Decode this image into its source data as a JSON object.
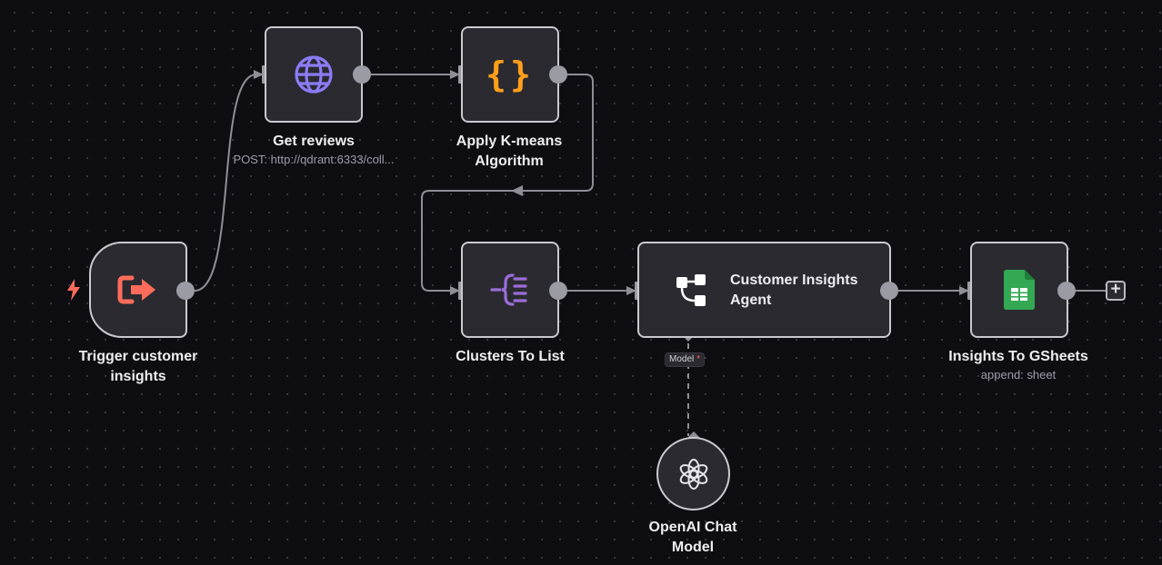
{
  "canvas": {
    "background": "#0e0d12",
    "dot_color": "#3a3942"
  },
  "nodes": {
    "trigger": {
      "label": "Trigger customer insights",
      "icon": "sign-out-arrow-icon",
      "color": "#ff6d5a"
    },
    "get_reviews": {
      "label": "Get reviews",
      "subtitle": "POST: http://qdrant:6333/coll...",
      "icon": "globe-icon",
      "color": "#8b7cf6"
    },
    "kmeans": {
      "label": "Apply K-means Algorithm",
      "icon": "curly-braces-icon",
      "color": "#ff9f1a"
    },
    "clusters": {
      "label": "Clusters To List",
      "icon": "split-out-icon",
      "color": "#9b6dd8"
    },
    "agent": {
      "line1": "Customer Insights",
      "line2": "Agent",
      "icon": "agent-tree-icon"
    },
    "gsheets": {
      "label": "Insights To GSheets",
      "subtitle": "append: sheet",
      "icon": "google-sheets-icon",
      "color": "#34a853"
    },
    "openai": {
      "label": "OpenAI Chat Model",
      "icon": "openai-logo-icon"
    }
  },
  "connections": {
    "model_badge": "Model",
    "required_mark": "*",
    "add_symbol": "+"
  },
  "colors": {
    "edge": "#8f8e96",
    "node_bg": "#2b2a31",
    "node_border": "#c9c9cf",
    "handle": "#9b9ba3"
  }
}
